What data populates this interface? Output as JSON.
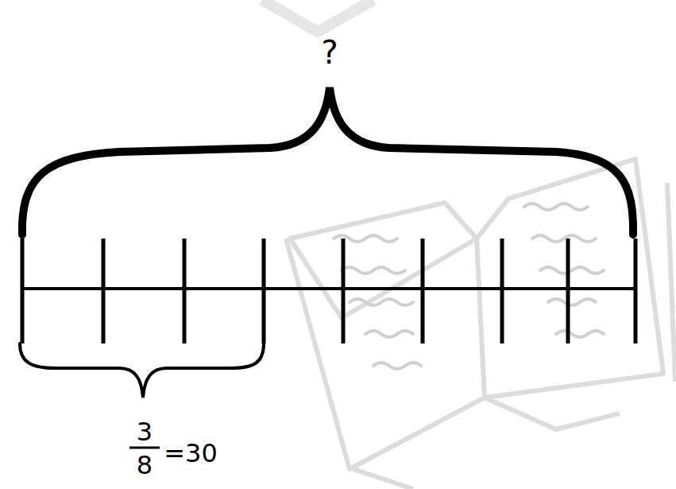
{
  "diagram": {
    "labels": [
      "?",
      "3",
      "8",
      "=30"
    ]
  }
}
